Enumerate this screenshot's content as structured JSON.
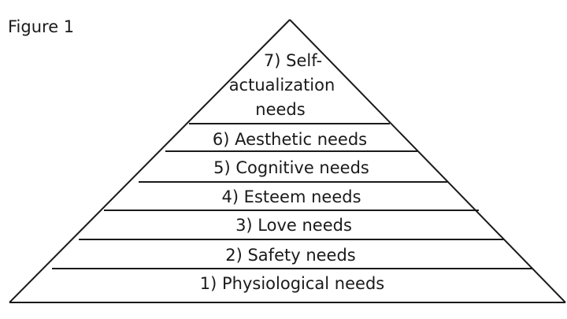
{
  "figure_label": "Figure 1",
  "levels": [
    {
      "lines": [
        "1) Physiological needs"
      ]
    },
    {
      "lines": [
        "2) Safety needs"
      ]
    },
    {
      "lines": [
        "3) Love needs"
      ]
    },
    {
      "lines": [
        "4) Esteem needs"
      ]
    },
    {
      "lines": [
        "5) Cognitive needs"
      ]
    },
    {
      "lines": [
        "6) Aesthetic needs"
      ]
    },
    {
      "lines": [
        "7) Self-",
        "actualization",
        "needs"
      ]
    }
  ]
}
